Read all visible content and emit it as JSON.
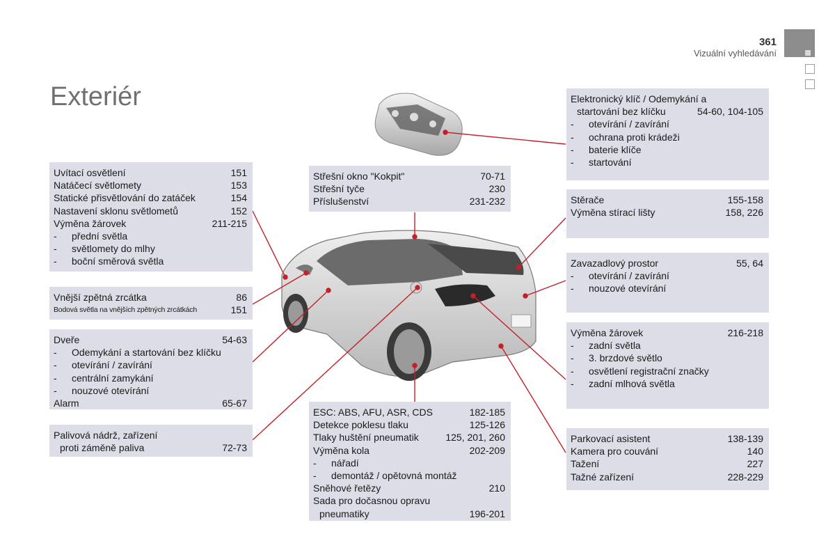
{
  "header": {
    "page_number": "361",
    "section": "Vizuální vyhledávání"
  },
  "title": "Exteriér",
  "colors": {
    "box_bg": "#dcdde6",
    "leader": "#c4202b",
    "title": "#707070",
    "tab": "#8c8c8c"
  },
  "boxes": {
    "lighting": [
      {
        "label": "Uvítací osvětlení",
        "page": "151"
      },
      {
        "label": "Natáčecí světlomety",
        "page": "153"
      },
      {
        "label": "Statické přisvětlování do zatáček",
        "page": "154"
      },
      {
        "label": "Nastavení sklonu světlometů",
        "page": "152"
      },
      {
        "label": "Výměna žárovek",
        "page": "211-215"
      },
      {
        "label": "přední světla",
        "page": "",
        "dash": true
      },
      {
        "label": "světlomety do mlhy",
        "page": "",
        "dash": true
      },
      {
        "label": "boční směrová světla",
        "page": "",
        "dash": true
      }
    ],
    "mirror": [
      {
        "label": "Vnější zpětná zrcátka",
        "page": "86"
      },
      {
        "label": "Bodová světla na vnějších zpětných zrcátkách",
        "page": "151",
        "small": true
      }
    ],
    "doors": [
      {
        "label": "Dveře",
        "page": "54-63"
      },
      {
        "label": "Odemykání a startování bez klíčku",
        "page": "",
        "dash": true
      },
      {
        "label": "otevírání / zavírání",
        "page": "",
        "dash": true
      },
      {
        "label": "centrální zamykání",
        "page": "",
        "dash": true
      },
      {
        "label": "nouzové otevírání",
        "page": "",
        "dash": true
      },
      {
        "label": "Alarm",
        "page": "65-67"
      }
    ],
    "fuel": [
      {
        "label": "Palivová nádrž, zařízení",
        "page": ""
      },
      {
        "label": "proti záměně paliva",
        "page": "72-73",
        "indent": true
      }
    ],
    "roof": [
      {
        "label": "Střešní okno \"Kokpit\"",
        "page": "70-71"
      },
      {
        "label": "Střešní tyče",
        "page": "230"
      },
      {
        "label": "Příslušenství",
        "page": "231-232"
      }
    ],
    "wheels": [
      {
        "label": "ESC: ABS, AFU, ASR, CDS",
        "page": "182-185"
      },
      {
        "label": "Detekce poklesu tlaku",
        "page": "125-126"
      },
      {
        "label": "Tlaky huštění pneumatik",
        "page": "125, 201, 260"
      },
      {
        "label": "Výměna kola",
        "page": "202-209"
      },
      {
        "label": "nářadí",
        "page": "",
        "dash": true
      },
      {
        "label": "demontáž / opětovná montáž",
        "page": "",
        "dash": true
      },
      {
        "label": "Sněhové řetězy",
        "page": "210"
      },
      {
        "label": "Sada pro dočasnou opravu",
        "page": ""
      },
      {
        "label": "pneumatiky",
        "page": "196-201",
        "indent": true
      }
    ],
    "key": [
      {
        "label": "Elektronický klíč / Odemykání a",
        "page": ""
      },
      {
        "label": "startování bez klíčku",
        "page": "54-60, 104-105",
        "indent": true
      },
      {
        "label": "otevírání / zavírání",
        "page": "",
        "dash": true
      },
      {
        "label": "ochrana proti krádeži",
        "page": "",
        "dash": true
      },
      {
        "label": "baterie klíče",
        "page": "",
        "dash": true
      },
      {
        "label": "startování",
        "page": "",
        "dash": true
      }
    ],
    "wipers": [
      {
        "label": "Stěrače",
        "page": "155-158"
      },
      {
        "label": "Výměna stírací lišty",
        "page": "158, 226"
      }
    ],
    "boot": [
      {
        "label": "Zavazadlový prostor",
        "page": "55, 64"
      },
      {
        "label": "otevírání / zavírání",
        "page": "",
        "dash": true
      },
      {
        "label": "nouzové otevírání",
        "page": "",
        "dash": true
      }
    ],
    "rear_lamps": [
      {
        "label": "Výměna žárovek",
        "page": "216-218"
      },
      {
        "label": "zadní světla",
        "page": "",
        "dash": true
      },
      {
        "label": "3. brzdové světlo",
        "page": "",
        "dash": true
      },
      {
        "label": "osvětlení registrační značky",
        "page": "",
        "dash": true
      },
      {
        "label": "zadní mlhová světla",
        "page": "",
        "dash": true
      }
    ],
    "parking": [
      {
        "label": "Parkovací asistent",
        "page": "138-139"
      },
      {
        "label": "Kamera pro couvání",
        "page": "140"
      },
      {
        "label": "Tažení",
        "page": "227"
      },
      {
        "label": "Tažné zařízení",
        "page": "228-229"
      }
    ]
  }
}
